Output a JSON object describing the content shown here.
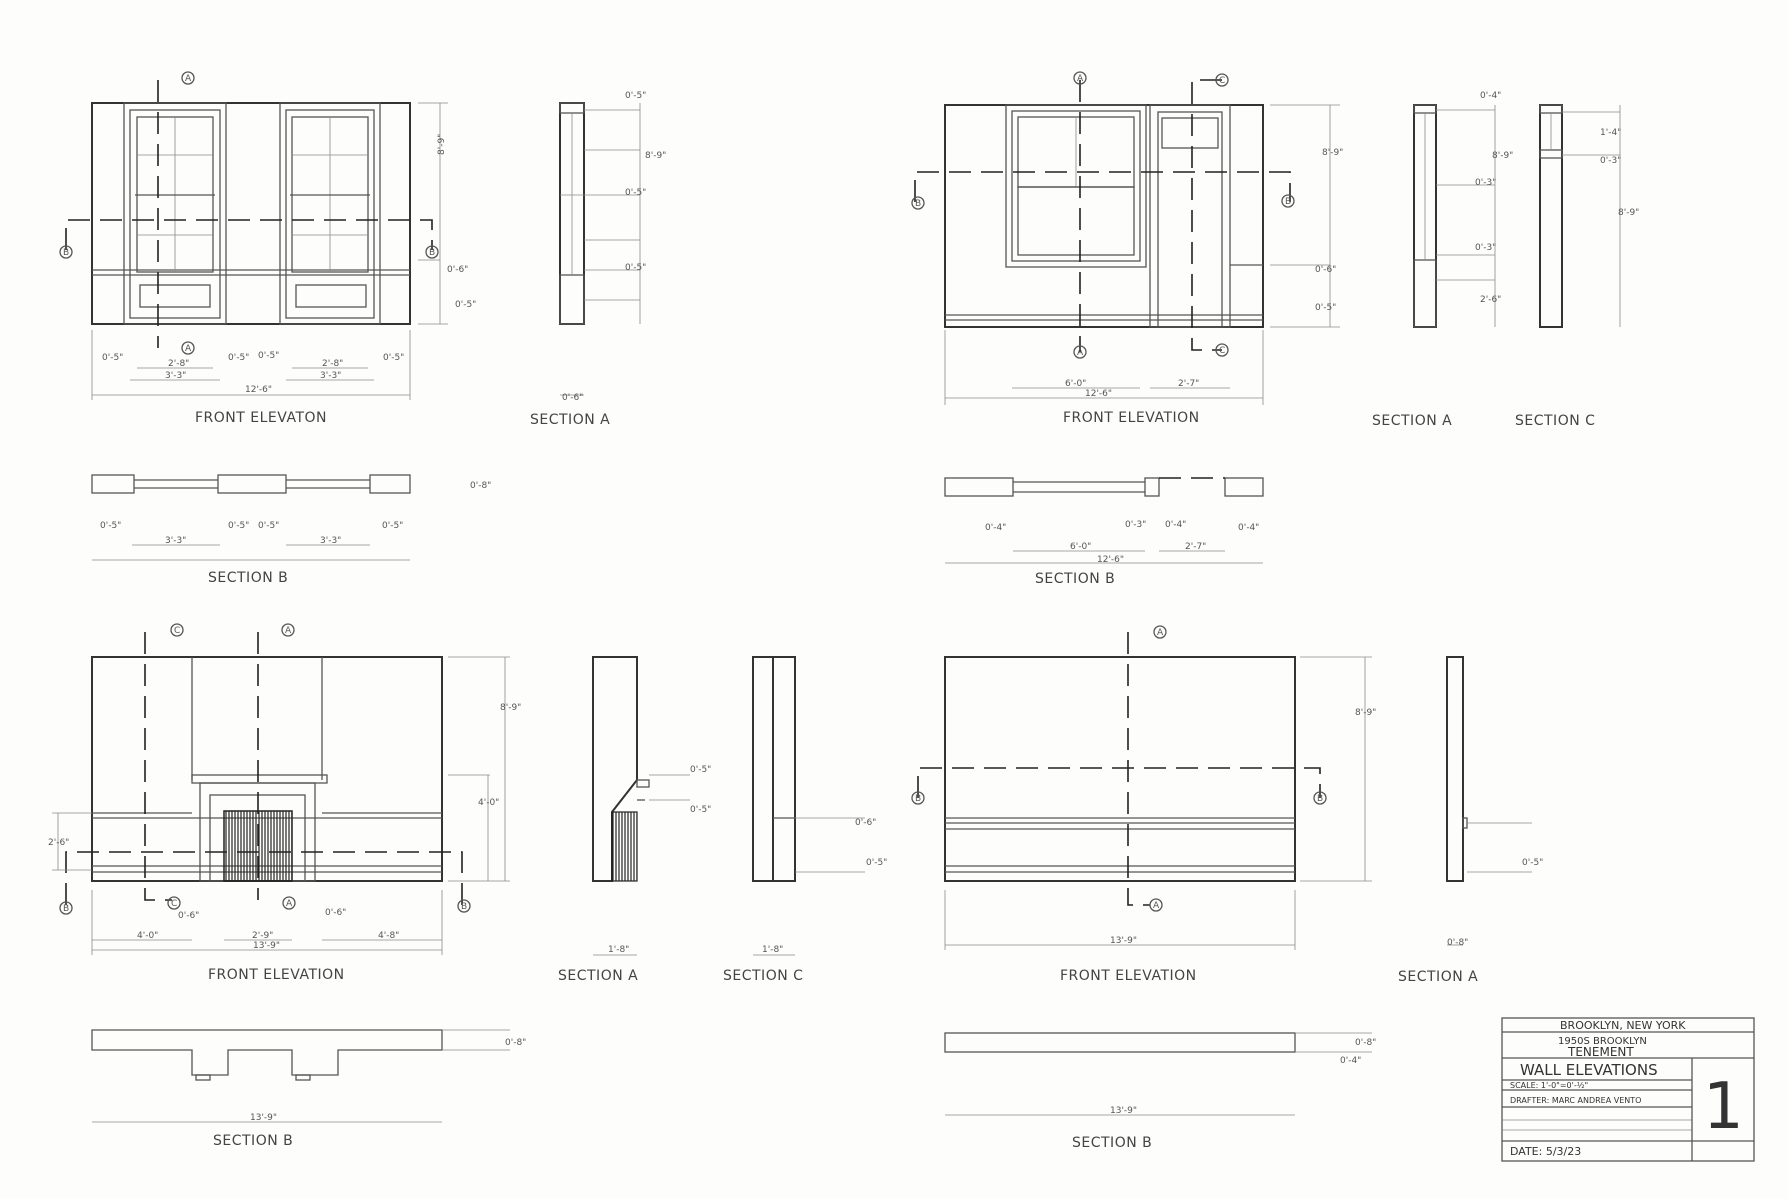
{
  "drawings": {
    "p1": {
      "elev": "FRONT ELEVATON",
      "secA": "SECTION A",
      "secB": "SECTION B",
      "h": "8'-9\"",
      "w": "12'-6\"",
      "win": "2'-8\"",
      "bay": "3'-3\"",
      "j": "0'-5\"",
      "sill": "0'-5\"",
      "wainscot": "0'-6\"",
      "depth": "0'-8\""
    },
    "p2": {
      "elev": "FRONT ELEVATION",
      "secA": "SECTION A",
      "secC": "SECTION C",
      "secB": "SECTION B",
      "h": "8'-9\"",
      "w": "12'-6\"",
      "win": "6'-0\"",
      "door": "2'-7\"",
      "wainscot": "0'-6\"",
      "base": "0'-5\"",
      "secC_h": "1'-4\"",
      "secC_w": "0'-3\"",
      "dado": "2'-6\"",
      "j": "0'-4\"",
      "jd": "0'-3\""
    },
    "p3": {
      "elev": "FRONT ELEVATION",
      "secA": "SECTION A",
      "secC": "SECTION C",
      "secB": "SECTION B",
      "h": "8'-9\"",
      "w": "13'-9\"",
      "mantel": "4'-0\"",
      "dado": "2'-6\"",
      "left": "4'-0\"",
      "firebox": "2'-9\"",
      "right": "4'-8\"",
      "gap": "0'-6\"",
      "secA_w": "1'-8\"",
      "secC_w": "1'-8\"",
      "rail": "0'-6\"",
      "base": "0'-5\"",
      "m1": "0'-5\"",
      "m2": "0'-5\"",
      "depth": "0'-8\""
    },
    "p4": {
      "elev": "FRONT ELEVATION",
      "secA": "SECTION A",
      "secB": "SECTION B",
      "h": "8'-9\"",
      "w": "13'-9\"",
      "secA_w": "0'-8\"",
      "base": "0'-5\"",
      "depth": "0'-8\"",
      "d2": "0'-4\""
    }
  },
  "markers": {
    "a": "A",
    "b": "B",
    "c": "C"
  },
  "title_block": {
    "location": "BROOKLYN, NEW YORK",
    "line2": "1950S BROOKLYN",
    "project": "TENEMENT",
    "title": "WALL ELEVATIONS",
    "scale": "SCALE: 1'-0\"=0'-½\"",
    "drafter": "DRAFTER: MARC ANDREA VENTO",
    "date": "DATE: 5/3/23",
    "sheet": "1"
  }
}
